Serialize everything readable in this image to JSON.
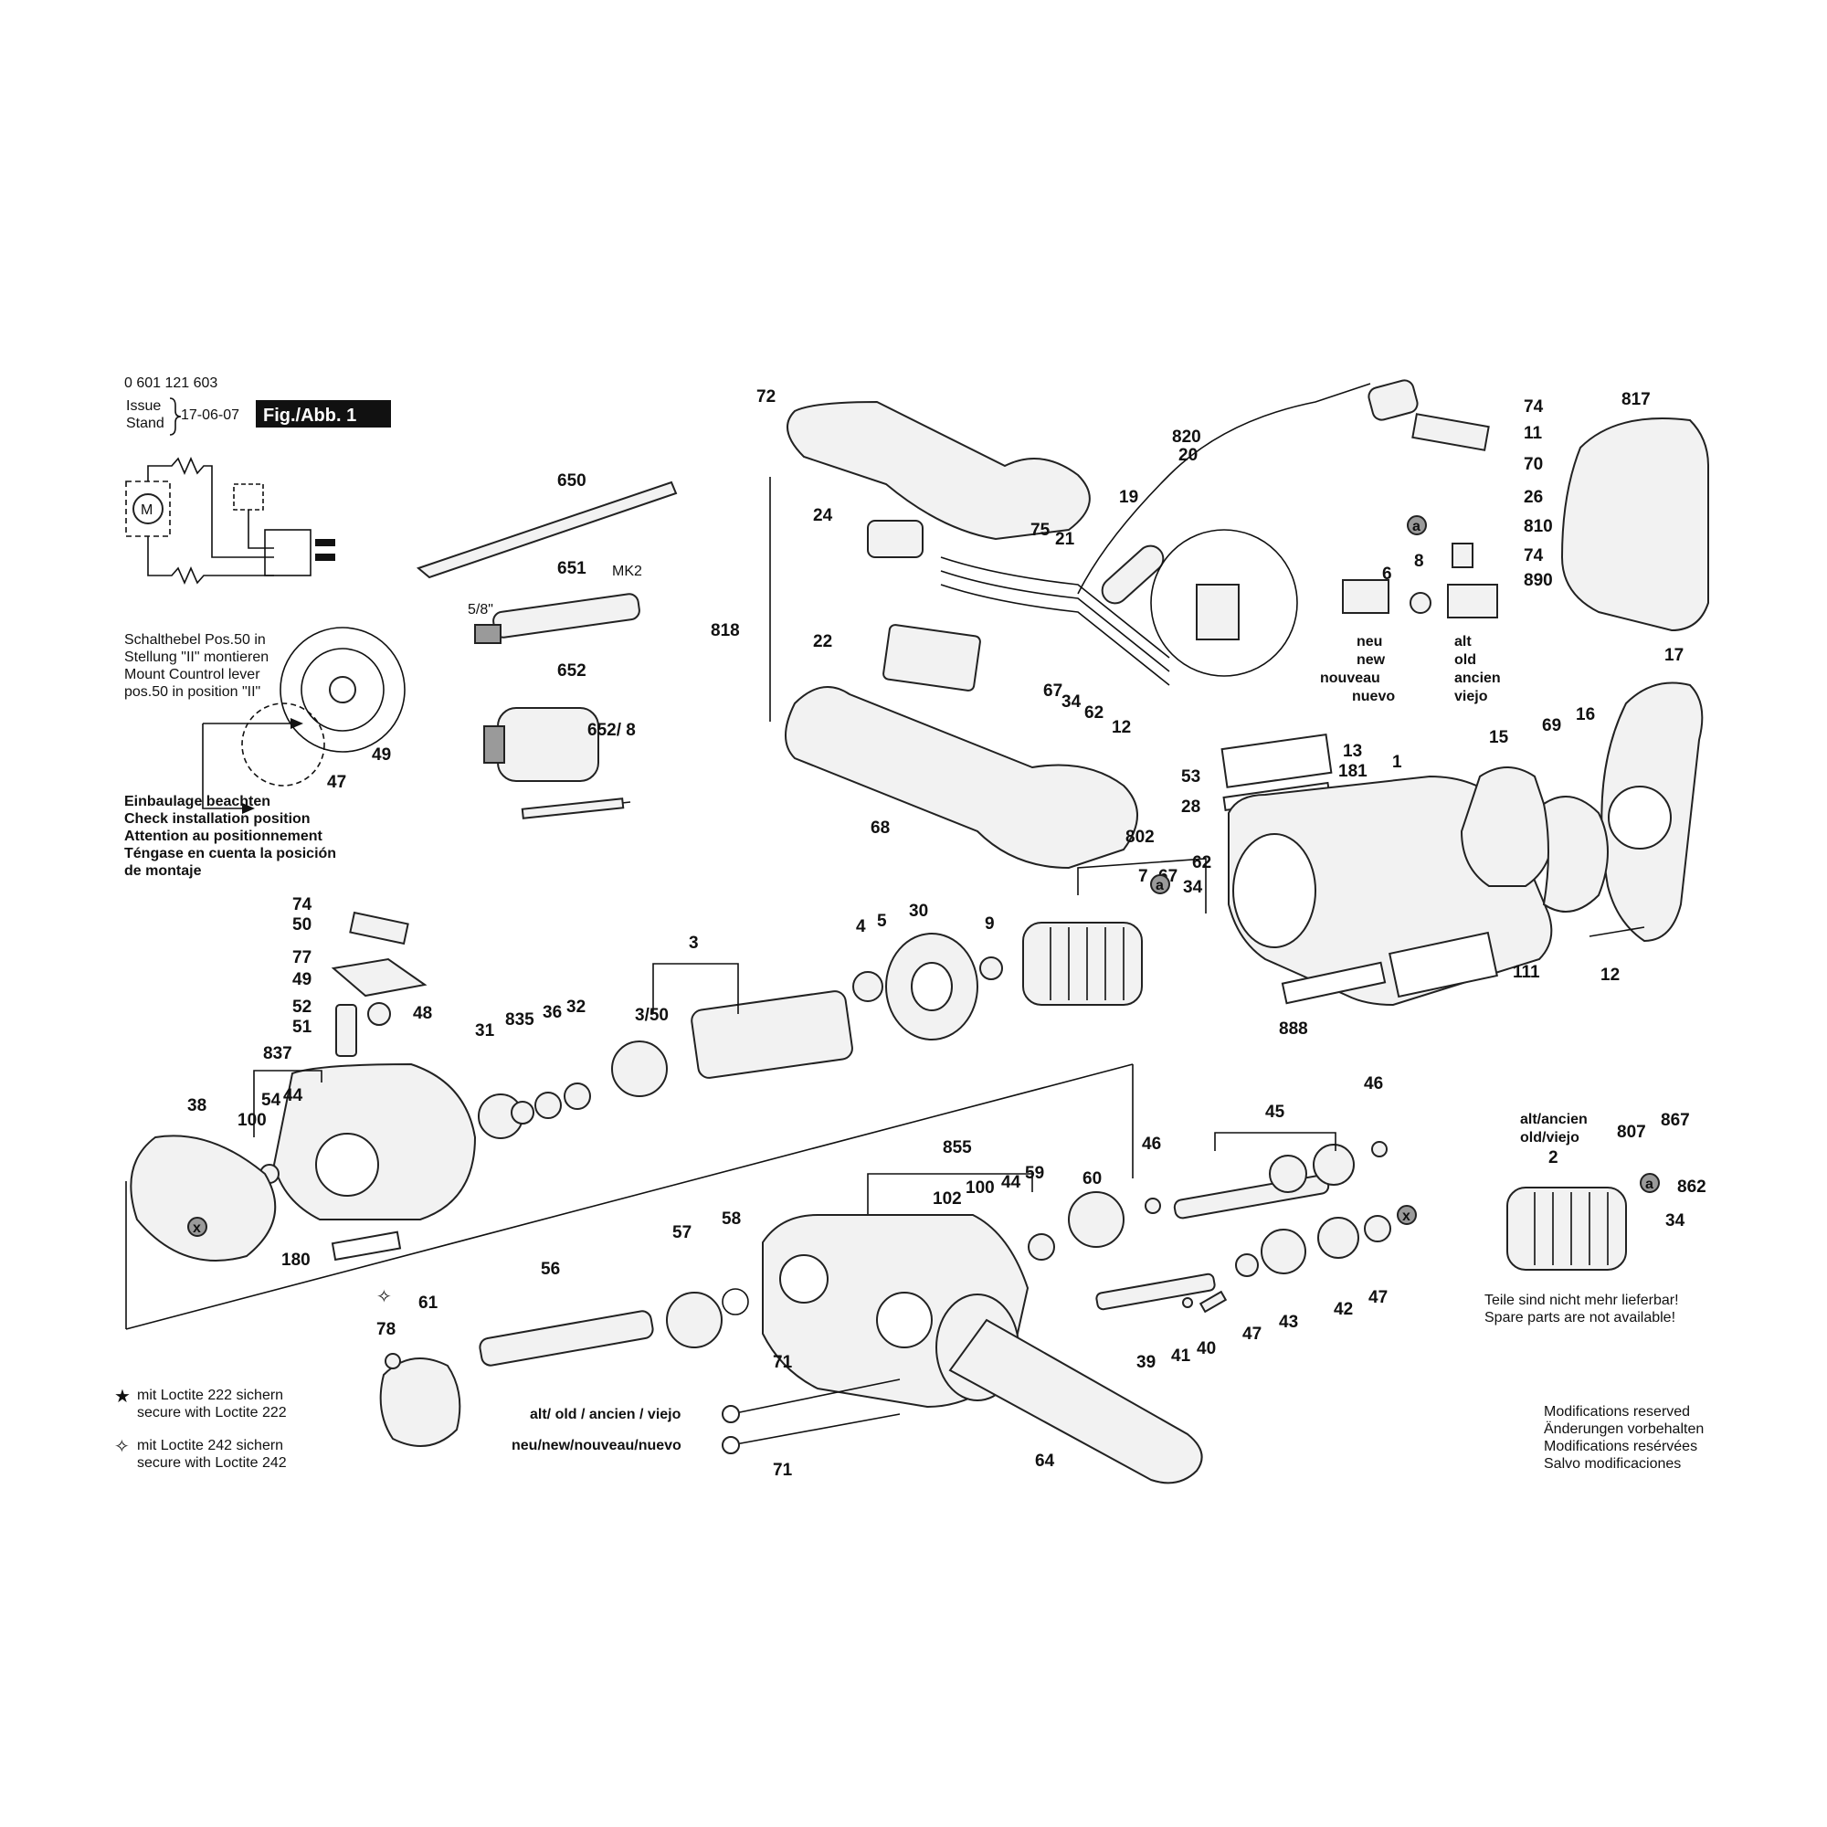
{
  "header": {
    "part_number": "0 601 121 603",
    "issue_label": "Issue",
    "stand_label": "Stand",
    "date": "17-06-07",
    "figure_label": "Fig./Abb. 1"
  },
  "install_note": {
    "line1": "Schalthebel Pos.50 in",
    "line2": "Stellung \"II\" montieren",
    "line3": "Mount Countrol lever",
    "line4": "pos.50 in position \"II\""
  },
  "check_note": {
    "line1": "Einbaulage beachten",
    "line2": "Check installation position",
    "line3": "Attention au positionnement",
    "line4": "Téngase en cuenta la posición",
    "line5": "de montaje"
  },
  "loctite": {
    "l222_a": "mit Loctite 222 sichern",
    "l222_b": "secure with Loctite 222",
    "l242_a": "mit Loctite 242 sichern",
    "l242_b": "secure with Loctite 242"
  },
  "variants": {
    "new_block": [
      "neu",
      "new",
      "nouveau",
      "nuevo"
    ],
    "old_block": [
      "alt",
      "old",
      "ancien",
      "viejo"
    ],
    "screw_old": "alt/ old / ancien / viejo",
    "screw_new": "neu/new/nouveau/nuevo",
    "armature_old": "alt/ancien",
    "armature_old2": "old/viejo"
  },
  "labels": {
    "mk2": "MK2",
    "thread": "5/8\""
  },
  "footer": {
    "not_available_de": "Teile sind nicht mehr lieferbar!",
    "not_available_en": "Spare parts are not available!",
    "mod1": "Modifications reserved",
    "mod2": "Änderungen vorbehalten",
    "mod3": "Modifications resérvées",
    "mod4": "Salvo modificaciones"
  },
  "callouts": {
    "c72": "72",
    "c650": "650",
    "c651": "651",
    "c652": "652",
    "c652_8": "652/ 8",
    "c818": "818",
    "c24": "24",
    "c22": "22",
    "c68": "68",
    "c75": "75",
    "c21": "21",
    "c820": "820",
    "c20": "20",
    "c19": "19",
    "c67a": "67",
    "c34a": "34",
    "c62a": "62",
    "c12a": "12",
    "c74a": "74",
    "c11": "11",
    "c70": "70",
    "c26": "26",
    "c810": "810",
    "c74b": "74",
    "c890": "890",
    "c8": "8",
    "c6": "6",
    "c817": "817",
    "c17": "17",
    "c53": "53",
    "c13": "13",
    "c181": "181",
    "c1": "1",
    "c28": "28",
    "c15": "15",
    "c69": "69",
    "c16": "16",
    "c12b": "12",
    "c111": "111",
    "c888": "888",
    "c802": "802",
    "c7": "7",
    "c67b": "67",
    "c62b": "62",
    "c34b": "34",
    "c74c": "74",
    "c50": "50",
    "c77": "77",
    "c49": "49",
    "c47": "47",
    "c49b": "49",
    "c52": "52",
    "c51": "51",
    "c48": "48",
    "c3": "3",
    "c3_50": "3/50",
    "c4": "4",
    "c5": "5",
    "c30": "30",
    "c9": "9",
    "c31": "31",
    "c835": "835",
    "c36": "36",
    "c32": "32",
    "c837": "837",
    "c54": "54",
    "c44a": "44",
    "c100a": "100",
    "c38": "38",
    "c180": "180",
    "c855": "855",
    "c102": "102",
    "c100b": "100",
    "c44b": "44",
    "c59": "59",
    "c60": "60",
    "c46a": "46",
    "c45": "45",
    "c46b": "46",
    "c57": "57",
    "c58": "58",
    "c56": "56",
    "c61": "61",
    "c78": "78",
    "c71a": "71",
    "c71b": "71",
    "c64": "64",
    "c39": "39",
    "c41": "41",
    "c40": "40",
    "c47a": "47",
    "c43": "43",
    "c42": "42",
    "c47b": "47",
    "c2": "2",
    "c807": "807",
    "c867": "867",
    "c862": "862",
    "c34c": "34",
    "marker_a": "a",
    "marker_x": "x"
  }
}
